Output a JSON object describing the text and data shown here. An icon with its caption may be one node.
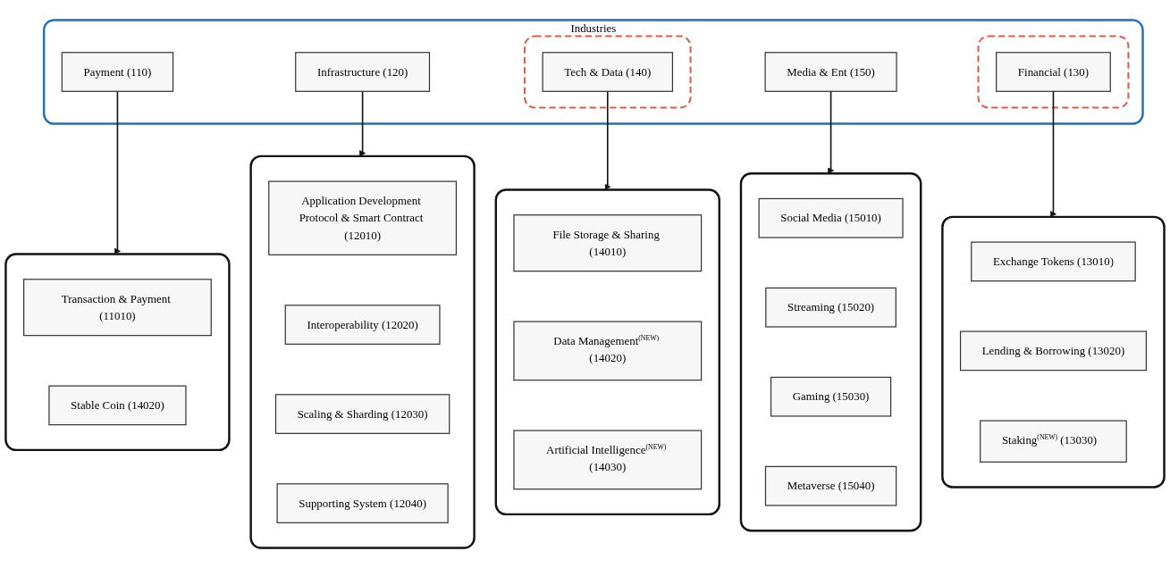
{
  "diagram": {
    "nodes": [
      {
        "text": [
          "Industries"
        ]
      },
      {
        "text": [
          "Payment (110)"
        ],
        "in": 0
      },
      {
        "text": [
          "Infrastructure (120)"
        ],
        "in": 0
      },
      {
        "text": [],
        "shape": "box",
        "in": 0
      },
      {
        "text": [
          "Tech & Data (140)"
        ],
        "in": 3
      },
      {
        "text": [
          "Media & Ent (150)"
        ],
        "in": 0
      },
      {
        "text": [],
        "shape": "box",
        "in": 0
      },
      {
        "text": [
          "Financial (130)"
        ],
        "in": 6
      },
      {
        "text": [],
        "shape": "box"
      },
      {
        "text": [
          "Transaction & Payment (11010)"
        ],
        "in": 8
      },
      {
        "text": [
          "Stable Coin (14020)"
        ],
        "in": 8
      },
      {
        "text": [],
        "shape": "box"
      },
      {
        "text": [
          "Application Development Protocol & Smart Contract (12010)"
        ],
        "in": 11
      },
      {
        "text": [
          "Interoperability (12020)"
        ],
        "in": 11
      },
      {
        "text": [
          "Scaling & Sharding (12030)"
        ],
        "in": 11
      },
      {
        "text": [
          "Supporting System (12040)"
        ],
        "in": 11
      },
      {
        "text": [],
        "shape": "box"
      },
      {
        "text": [
          "File Storage & Sharing (14010)"
        ],
        "in": 16
      },
      {
        "text": [
          "Data Management$^{(NEW)}$ (14020)"
        ],
        "in": 16
      },
      {
        "text": [
          "Artificial Intelligence$^{(NEW)}$ (14030)"
        ],
        "in": 16
      },
      {
        "text": [],
        "shape": "box"
      },
      {
        "text": [
          "Social Media (15010)"
        ],
        "in": 20
      },
      {
        "text": [
          "Streaming (15020)"
        ],
        "in": 20
      },
      {
        "text": [
          "Gaming (15030)"
        ],
        "in": 20
      },
      {
        "text": [
          "Metaverse (15040)"
        ],
        "in": 20
      },
      {
        "text": [],
        "shape": "box"
      },
      {
        "text": [
          "Exchange Tokens (13010)"
        ],
        "in": 25
      },
      {
        "text": [
          "Lending & Borrowing (13020)"
        ],
        "in": 25
      },
      {
        "text": [
          "Staking$^{(NEW)}$ (13030)"
        ],
        "in": 25
      }
    ],
    "edges": [
      {
        "from": 1,
        "to": 8,
        "arrow": "to"
      },
      {
        "from": 2,
        "to": 11,
        "arrow": "to"
      },
      {
        "from": 4,
        "to": 16,
        "arrow": "to"
      },
      {
        "from": 5,
        "to": 20,
        "arrow": "to"
      },
      {
        "from": 7,
        "to": 25,
        "arrow": "to"
      }
    ]
  }
}
